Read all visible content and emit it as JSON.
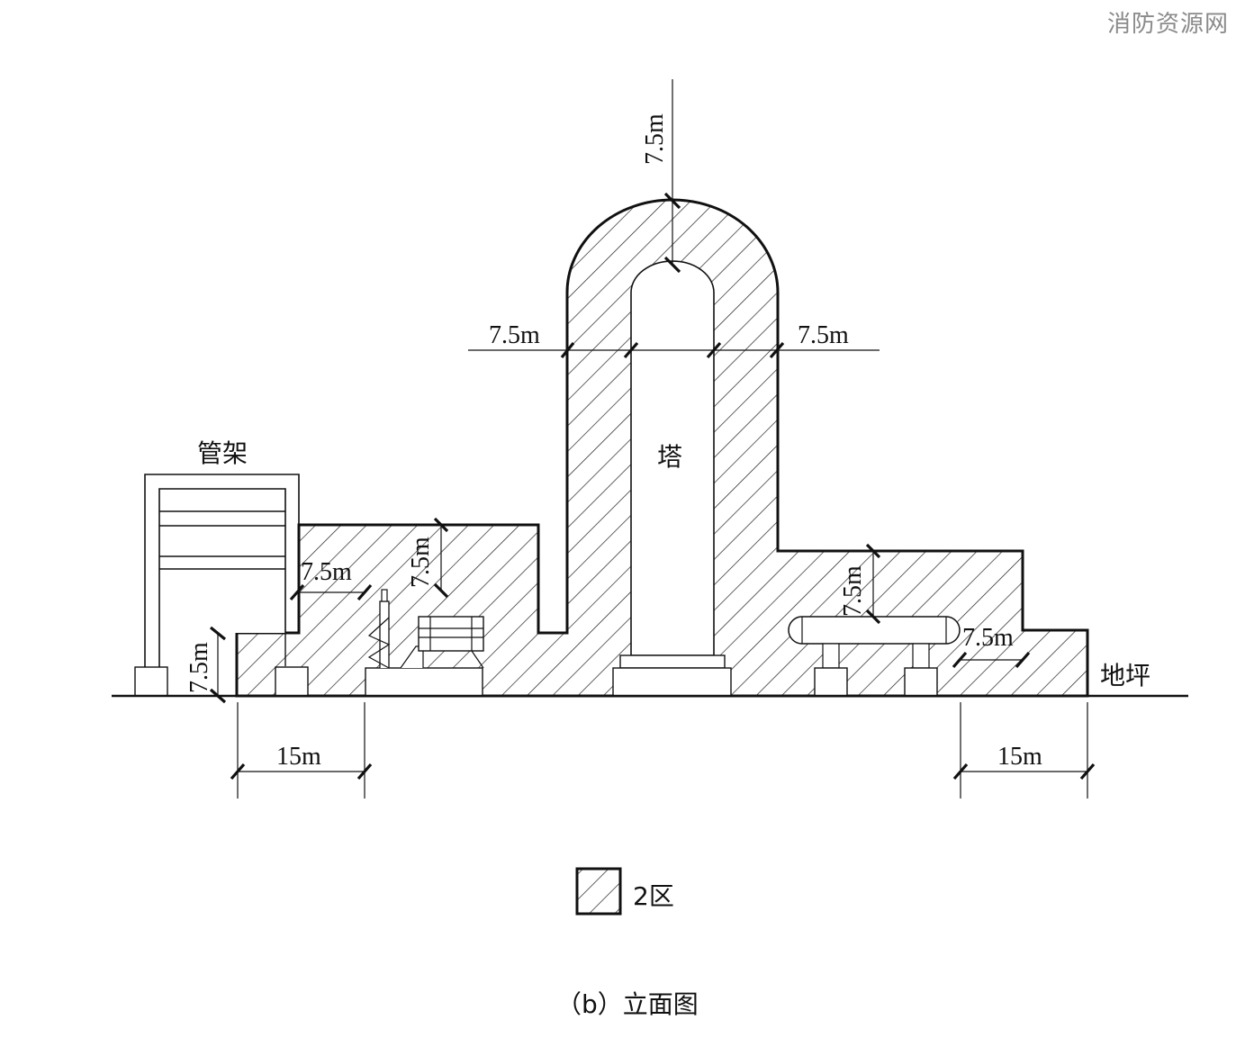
{
  "watermark": "消防资源网",
  "labels": {
    "tower": "塔",
    "pipe_rack": "管架",
    "ground": "地坪",
    "dim_top": "7.5m",
    "dim_tower_left": "7.5m",
    "dim_tower_right": "7.5m",
    "dim_left_vertical": "7.5m",
    "dim_pump_horizontal": "7.5m",
    "dim_pump_vertical": "7.5m",
    "dim_exchanger_vertical": "7.5m",
    "dim_right_horizontal": "7.5m",
    "dim_bottom_left": "15m",
    "dim_bottom_right": "15m"
  },
  "legend": {
    "zone2_label": "2区"
  },
  "caption": "（b）立面图"
}
